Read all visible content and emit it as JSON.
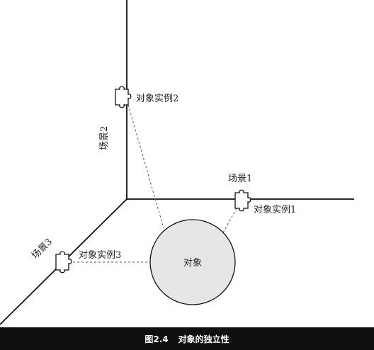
{
  "diagram": {
    "axis_labels": {
      "scene1": "场景1",
      "scene2": "场景2",
      "scene3": "场景3"
    },
    "instance_labels": {
      "instance1": "对象实例1",
      "instance2": "对象实例2",
      "instance3": "对象实例3"
    },
    "object_label": "对象",
    "colors": {
      "object_fill": "#e6e6e6",
      "line": "#111111",
      "caption_bg": "#101010",
      "caption_text": "#ffffff"
    }
  },
  "caption": {
    "number": "图2.4",
    "title": "对象的独立性"
  }
}
